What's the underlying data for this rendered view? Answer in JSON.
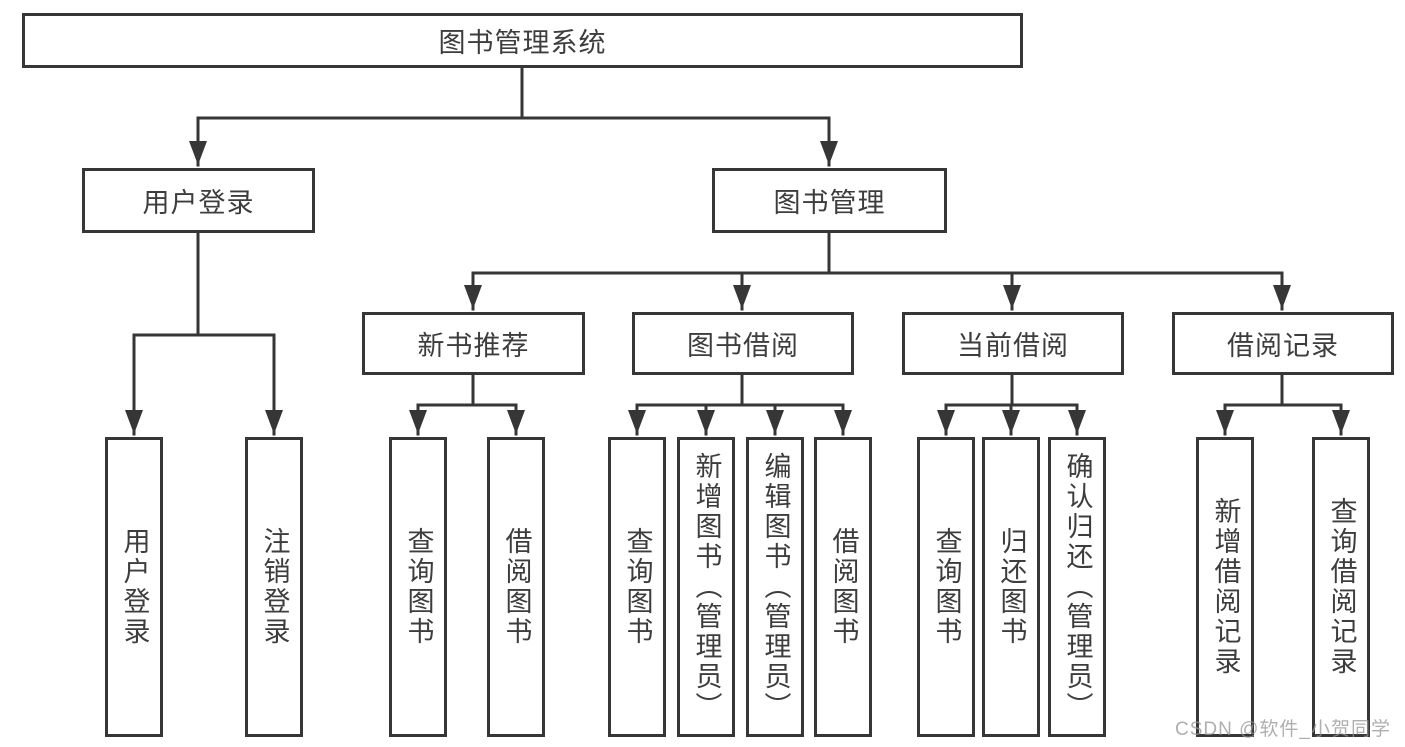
{
  "diagram": {
    "type": "hierarchy",
    "root_label": "图书管理系统",
    "hierarchy": {
      "label": "图书管理系统",
      "children": [
        {
          "label": "用户登录",
          "children": [
            "用户登录",
            "注销登录"
          ]
        },
        {
          "label": "图书管理",
          "children": [
            {
              "label": "新书推荐",
              "children": [
                "查询图书",
                "借阅图书"
              ]
            },
            {
              "label": "图书借阅",
              "children": [
                "查询图书",
                "新增图书（管理员）",
                "编辑图书（管理员）",
                "借阅图书"
              ]
            },
            {
              "label": "当前借阅",
              "children": [
                "查询图书",
                "归还图书",
                "确认归还（管理员）"
              ]
            },
            {
              "label": "借阅记录",
              "children": [
                "新增借阅记录",
                "查询借阅记录"
              ]
            }
          ]
        }
      ]
    }
  },
  "nodes": {
    "root": {
      "label": "图书管理系统"
    },
    "user_login": {
      "label": "用户登录"
    },
    "book_mgmt": {
      "label": "图书管理"
    },
    "new_book_rec": {
      "label": "新书推荐"
    },
    "book_borrow": {
      "label": "图书借阅"
    },
    "current_borrow": {
      "label": "当前借阅"
    },
    "borrow_records": {
      "label": "借阅记录"
    },
    "ul_user_login": {
      "label": "用户登录"
    },
    "ul_logout": {
      "label": "注销登录"
    },
    "nb_query": {
      "label": "查询图书"
    },
    "nb_borrow": {
      "label": "借阅图书"
    },
    "bb_query": {
      "label": "查询图书"
    },
    "bb_add": {
      "label": "新增图书（管理员）"
    },
    "bb_edit": {
      "label": "编辑图书（管理员）"
    },
    "bb_borrow": {
      "label": "借阅图书"
    },
    "cb_query": {
      "label": "查询图书"
    },
    "cb_return": {
      "label": "归还图书"
    },
    "cb_confirm": {
      "label": "确认归还（管理员）"
    },
    "br_add": {
      "label": "新增借阅记录"
    },
    "br_query": {
      "label": "查询借阅记录"
    }
  },
  "watermark": {
    "text": "CSDN @软件_小贺同学"
  },
  "colors": {
    "line": "#363636",
    "box_border": "#363636",
    "text": "#3d3d3d",
    "background": "#ffffff",
    "watermark": "#949494"
  }
}
